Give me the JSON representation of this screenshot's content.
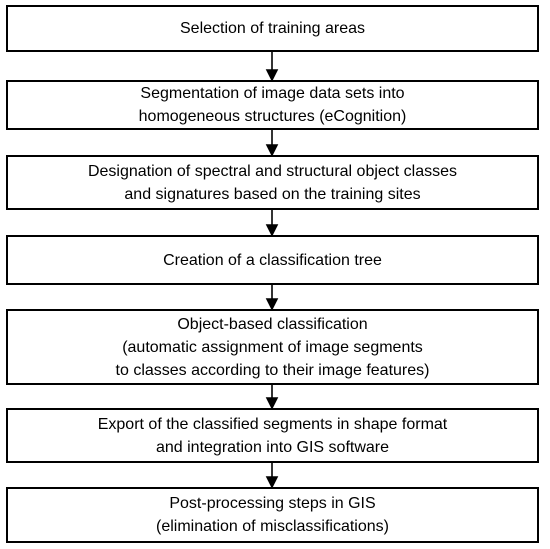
{
  "steps": [
    {
      "lines": [
        "Selection of training areas"
      ]
    },
    {
      "lines": [
        "Segmentation of image data sets into",
        "homogeneous structures (eCognition)"
      ]
    },
    {
      "lines": [
        "Designation of spectral and structural object classes",
        "and signatures based on the training sites"
      ]
    },
    {
      "lines": [
        "Creation of a classification tree"
      ]
    },
    {
      "lines": [
        "Object-based classification",
        "(automatic assignment of image segments",
        "to classes according to their image features)"
      ]
    },
    {
      "lines": [
        "Export of the classified segments in shape format",
        "and integration into GIS software"
      ]
    },
    {
      "lines": [
        "Post-processing steps in GIS",
        "(elimination of misclassifications)"
      ]
    }
  ]
}
